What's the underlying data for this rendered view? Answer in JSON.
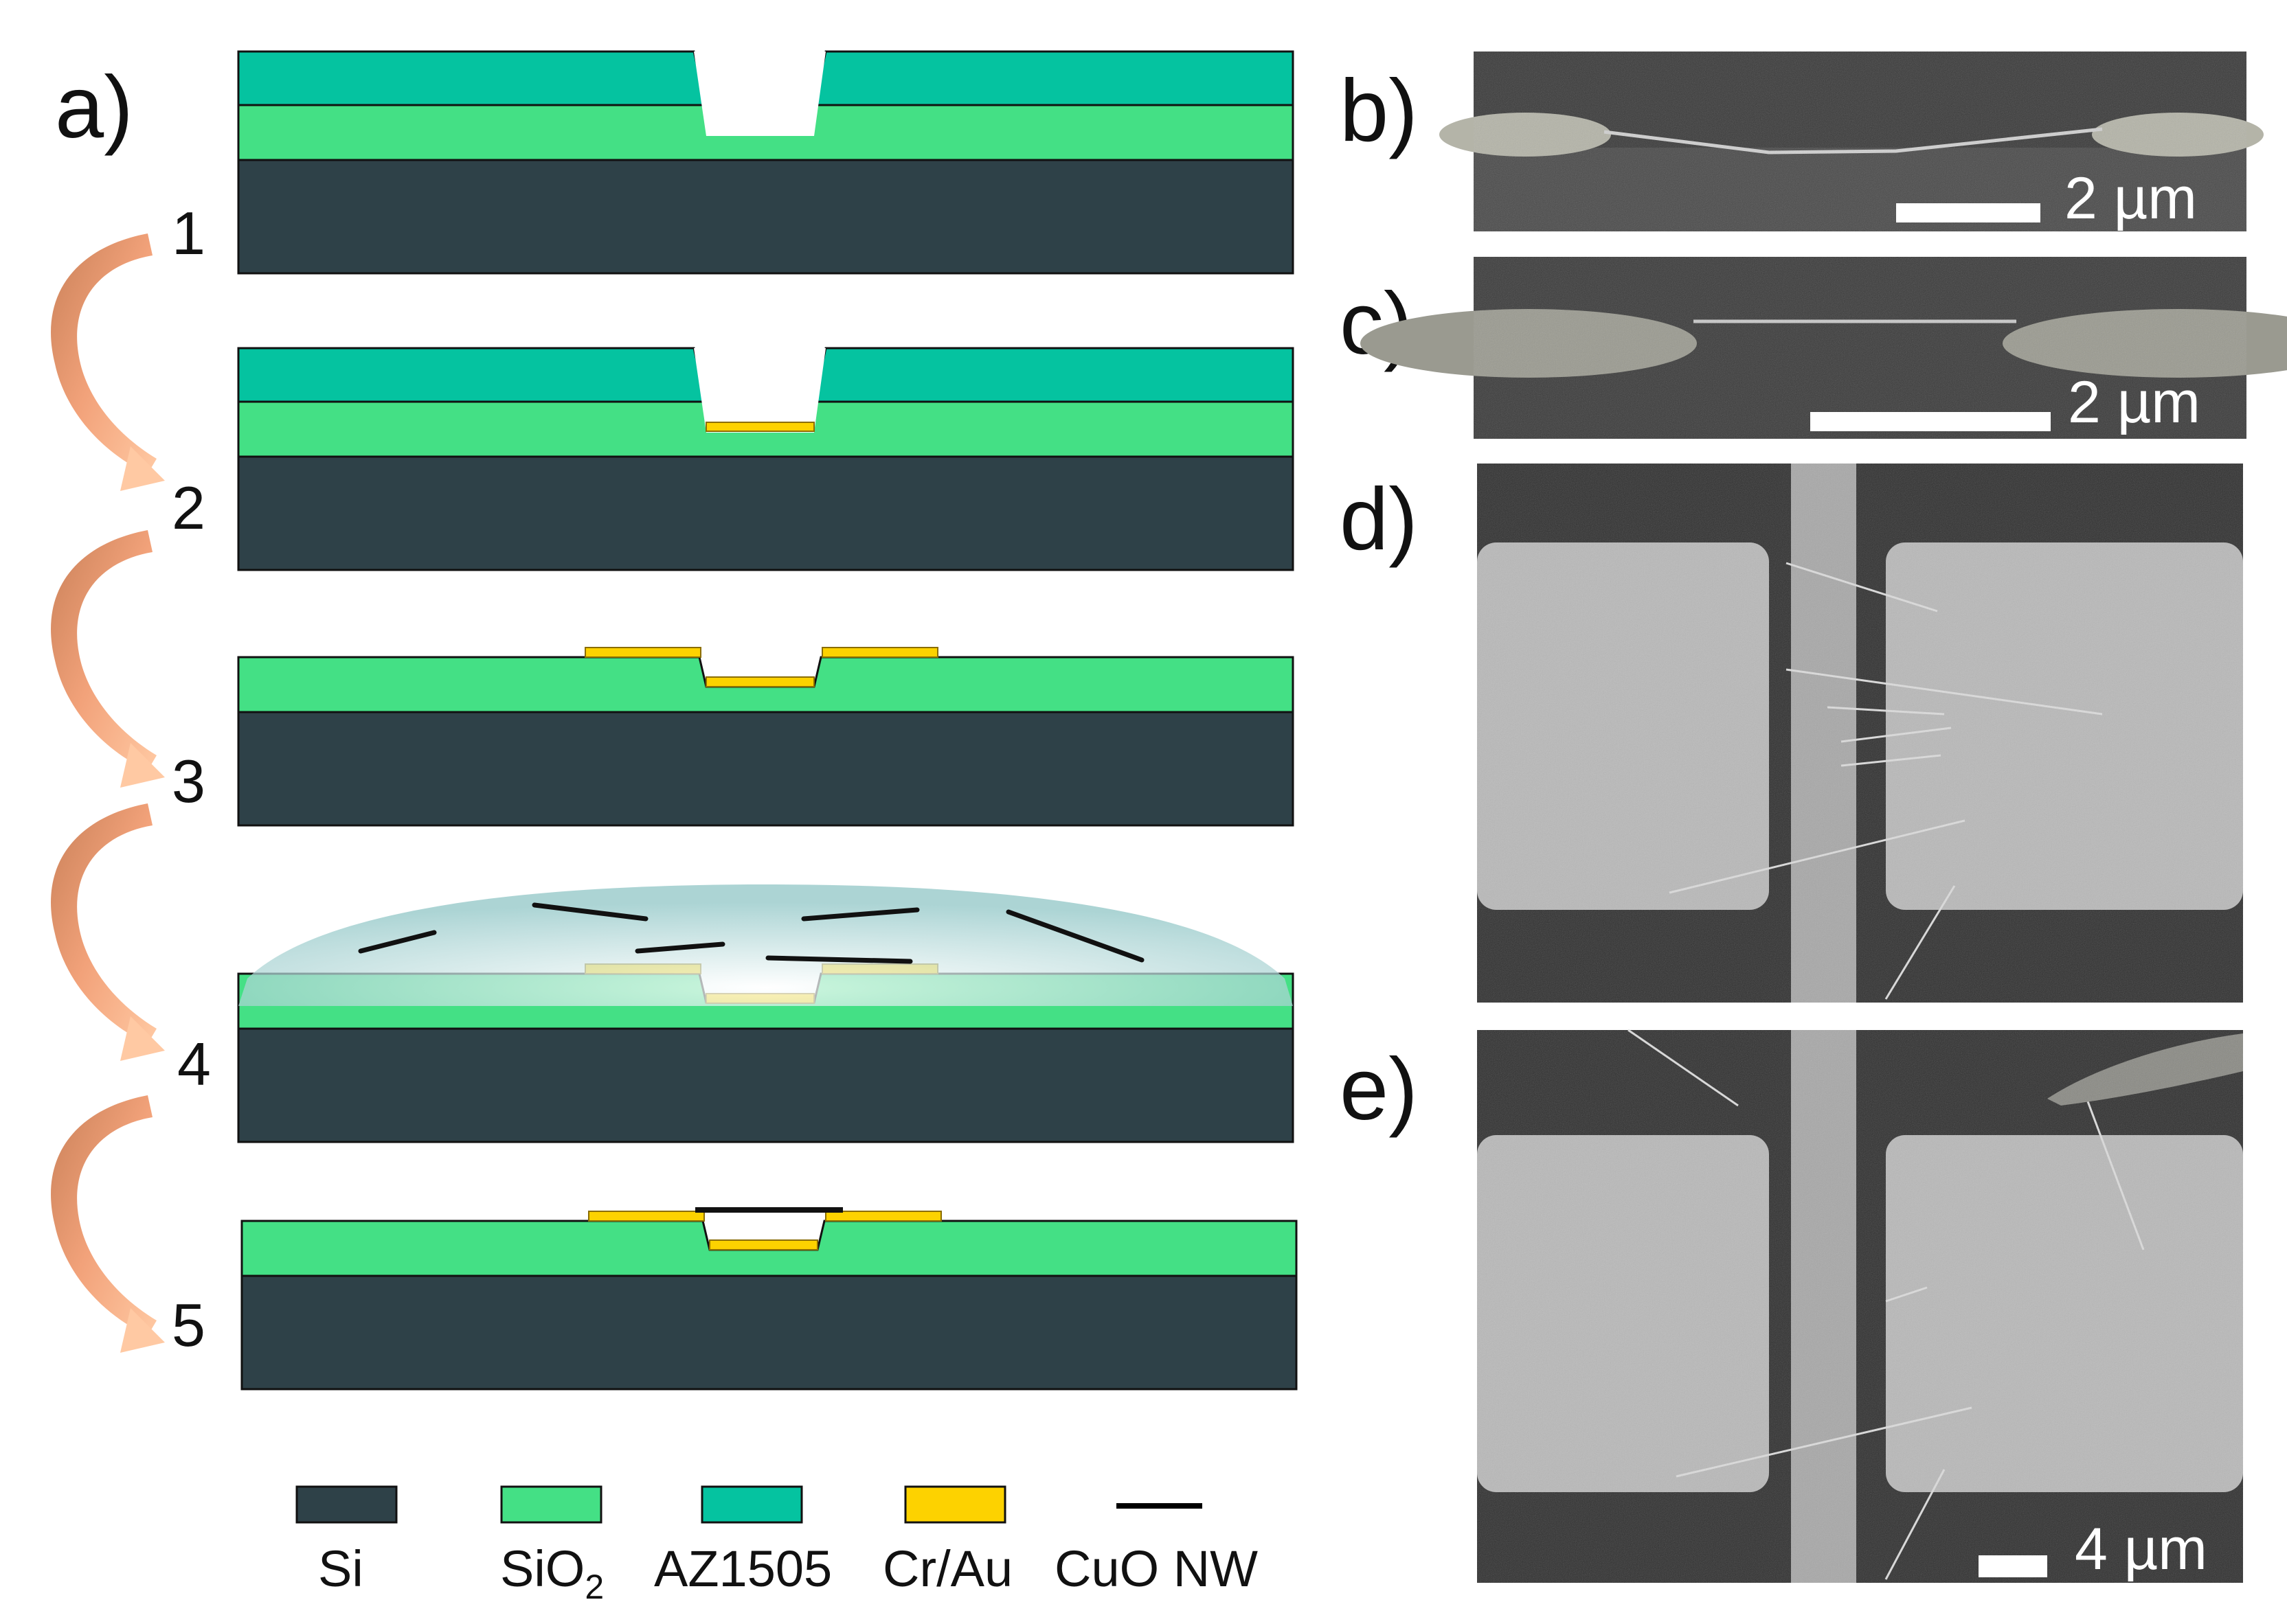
{
  "panel_labels": {
    "a": "a)",
    "b": "b)",
    "c": "c)",
    "d": "d)",
    "e": "e)"
  },
  "steps": [
    "1",
    "2",
    "3",
    "4",
    "5"
  ],
  "legend": [
    {
      "label": "Si",
      "sub": "",
      "color": "#2e4148"
    },
    {
      "label": "SiO",
      "sub": "2",
      "color": "#44e085"
    },
    {
      "label": "AZ1505",
      "sub": "",
      "color": "#05c3a0"
    },
    {
      "label": "Cr/Au",
      "sub": "",
      "color": "#fdd200"
    },
    {
      "label": "CuO NW",
      "sub": "",
      "color": "#000000"
    }
  ],
  "scale_bars": {
    "b": "2 µm",
    "c": "2 µm",
    "e": "4 µm"
  },
  "colors": {
    "si": "#2e4148",
    "sio2": "#44e085",
    "resist": "#05c3a0",
    "gold": "#fdd200",
    "arrow": "#f0a070",
    "droplet": "#a8d2d2",
    "sem_dark": "#2f2f2f",
    "sem_pad": "#b9b9b9"
  },
  "icons": [
    "curved-arrow-icon"
  ]
}
